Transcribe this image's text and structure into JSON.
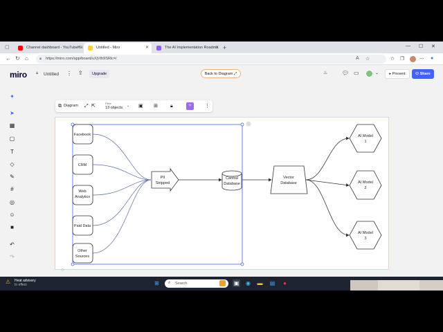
{
  "browser": {
    "tabs": [
      {
        "label": "Channel dashboard - YouTube St",
        "active": false,
        "fav_color": "#ff0000"
      },
      {
        "label": "Untitled - Miro",
        "active": true,
        "fav_color": "#ffd02f"
      },
      {
        "label": "The AI Implementation Roadma",
        "active": false,
        "fav_color": "#8b5cf6"
      }
    ],
    "url": "https://miro.com/app/board/uXjVIh9SRlc=/"
  },
  "miro": {
    "logo": "miro",
    "board_title": "Untitled",
    "upgrade_label": "Upgrade",
    "back_to_diagram_label": "Back to Diagram",
    "present_label": "Present",
    "share_label": "Share",
    "context_toolbar": {
      "diagram_label": "Diagram",
      "filter_label": "Filter",
      "objects_label": "13 objects"
    }
  },
  "diagram": {
    "sources": [
      "Facebook",
      "CRM",
      "Web Analytics",
      "Paid Data",
      "Other Sources"
    ],
    "pii_label": "PII Stripped",
    "central_db_label": "Central Database",
    "vector_db_label": "Vector Database",
    "models": [
      "AI Model 1",
      "AI Model 2",
      "AI Model 3"
    ]
  },
  "taskbar": {
    "weather_title": "Heat advisory",
    "weather_sub": "In effect",
    "search_placeholder": "Search"
  },
  "colors": {
    "accent": "#4262ff",
    "frame_border": "#f3d2a8",
    "selection": "#4262ff"
  }
}
